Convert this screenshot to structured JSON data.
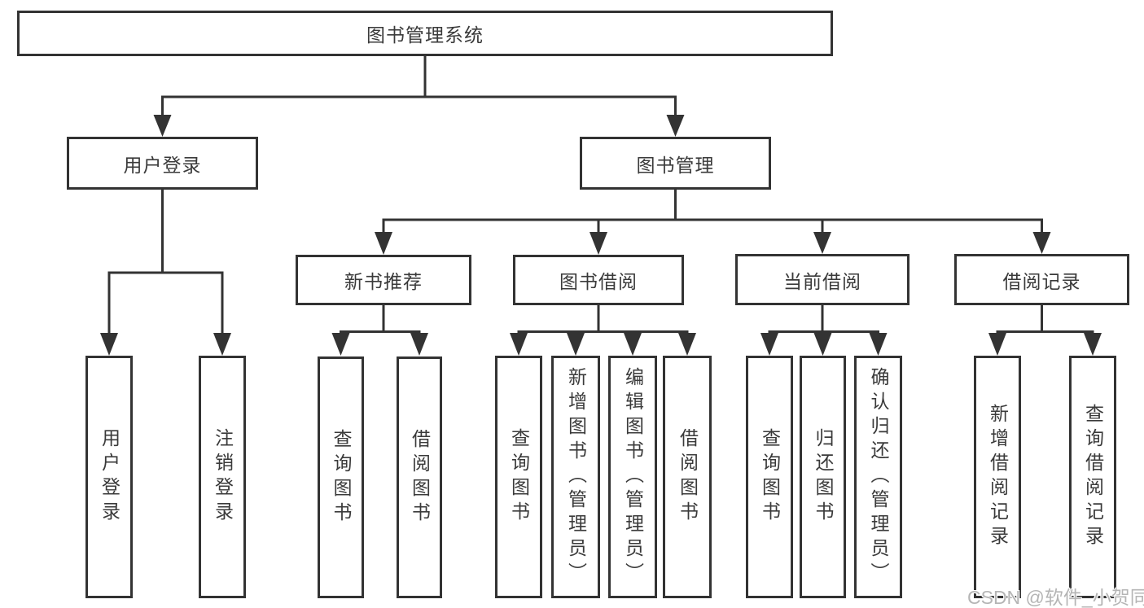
{
  "diagram": {
    "root": {
      "label": "图书管理系统"
    },
    "level2": [
      {
        "label": "用户登录"
      },
      {
        "label": "图书管理"
      }
    ],
    "level3": [
      {
        "label": "新书推荐"
      },
      {
        "label": "图书借阅"
      },
      {
        "label": "当前借阅"
      },
      {
        "label": "借阅记录"
      }
    ],
    "leaves": {
      "user_login": [
        "用户登录",
        "注销登录"
      ],
      "new_book_recommend": [
        "查询图书",
        "借阅图书"
      ],
      "book_borrow": [
        "查询图书",
        "新增图书（管理员）",
        "编辑图书（管理员）",
        "借阅图书"
      ],
      "current_borrow": [
        "查询图书",
        "归还图书",
        "确认归还（管理员）"
      ],
      "borrow_records": [
        "新增借阅记录",
        "查询借阅记录"
      ]
    }
  },
  "watermark": {
    "text": "CSDN @软件_小贺同学",
    "color": "#b5b5b5"
  },
  "colors": {
    "line": "#333333",
    "border": "#333333",
    "text": "#3a3a3a",
    "background": "#ffffff"
  }
}
